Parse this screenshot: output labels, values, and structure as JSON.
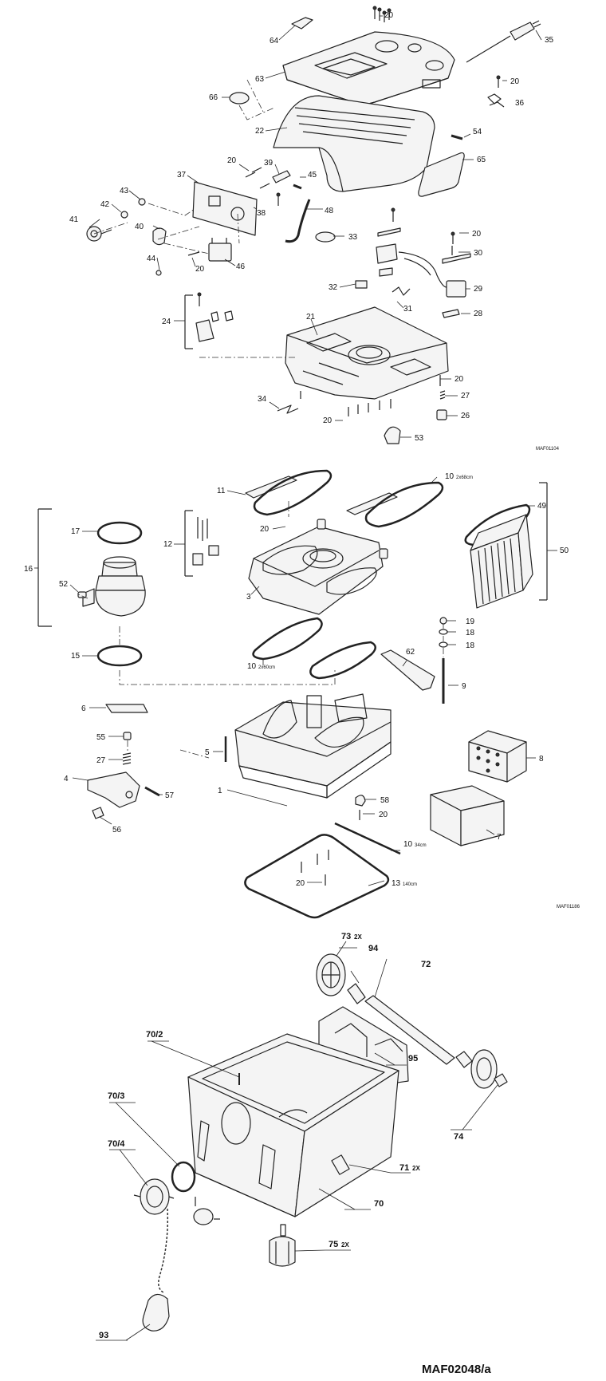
{
  "drawing_codes": {
    "section1": "MAF01104",
    "section2": "MAF01186",
    "section3": "MAF02048/a"
  },
  "section1_labels": [
    {
      "id": "20a",
      "text": "20"
    },
    {
      "id": "64",
      "text": "64"
    },
    {
      "id": "35",
      "text": "35"
    },
    {
      "id": "63",
      "text": "63"
    },
    {
      "id": "20b",
      "text": "20"
    },
    {
      "id": "36",
      "text": "36"
    },
    {
      "id": "66",
      "text": "66"
    },
    {
      "id": "22",
      "text": "22"
    },
    {
      "id": "54",
      "text": "54"
    },
    {
      "id": "65",
      "text": "65"
    },
    {
      "id": "20c",
      "text": "20"
    },
    {
      "id": "39",
      "text": "39"
    },
    {
      "id": "37",
      "text": "37"
    },
    {
      "id": "45",
      "text": "45"
    },
    {
      "id": "43",
      "text": "43"
    },
    {
      "id": "42",
      "text": "42"
    },
    {
      "id": "38",
      "text": "38"
    },
    {
      "id": "48",
      "text": "48"
    },
    {
      "id": "41",
      "text": "41"
    },
    {
      "id": "40",
      "text": "40"
    },
    {
      "id": "33",
      "text": "33"
    },
    {
      "id": "20d",
      "text": "20"
    },
    {
      "id": "44",
      "text": "44"
    },
    {
      "id": "20e",
      "text": "20"
    },
    {
      "id": "46",
      "text": "46"
    },
    {
      "id": "30",
      "text": "30"
    },
    {
      "id": "32",
      "text": "32"
    },
    {
      "id": "29",
      "text": "29"
    },
    {
      "id": "24",
      "text": "24"
    },
    {
      "id": "31",
      "text": "31"
    },
    {
      "id": "21",
      "text": "21"
    },
    {
      "id": "28",
      "text": "28"
    },
    {
      "id": "20f",
      "text": "20"
    },
    {
      "id": "34",
      "text": "34"
    },
    {
      "id": "27",
      "text": "27"
    },
    {
      "id": "20g",
      "text": "20"
    },
    {
      "id": "26",
      "text": "26"
    },
    {
      "id": "53",
      "text": "53"
    }
  ],
  "section2_labels": [
    {
      "id": "11",
      "text": "11"
    },
    {
      "id": "10a",
      "text": "10",
      "sub": "2x68cm"
    },
    {
      "id": "49",
      "text": "49"
    },
    {
      "id": "17",
      "text": "17"
    },
    {
      "id": "12",
      "text": "12"
    },
    {
      "id": "20h",
      "text": "20"
    },
    {
      "id": "50",
      "text": "50"
    },
    {
      "id": "16",
      "text": "16"
    },
    {
      "id": "52",
      "text": "52"
    },
    {
      "id": "3",
      "text": "3"
    },
    {
      "id": "19",
      "text": "19"
    },
    {
      "id": "18a",
      "text": "18"
    },
    {
      "id": "15",
      "text": "15"
    },
    {
      "id": "10b",
      "text": "10",
      "sub": "2x60cm"
    },
    {
      "id": "18b",
      "text": "18"
    },
    {
      "id": "62",
      "text": "62"
    },
    {
      "id": "9",
      "text": "9"
    },
    {
      "id": "6",
      "text": "6"
    },
    {
      "id": "55",
      "text": "55"
    },
    {
      "id": "5",
      "text": "5"
    },
    {
      "id": "27b",
      "text": "27"
    },
    {
      "id": "8",
      "text": "8"
    },
    {
      "id": "4",
      "text": "4"
    },
    {
      "id": "57",
      "text": "57"
    },
    {
      "id": "1",
      "text": "1"
    },
    {
      "id": "58",
      "text": "58"
    },
    {
      "id": "56",
      "text": "56"
    },
    {
      "id": "20i",
      "text": "20"
    },
    {
      "id": "7",
      "text": "7"
    },
    {
      "id": "10c",
      "text": "10",
      "sub": "34cm"
    },
    {
      "id": "20j",
      "text": "20"
    },
    {
      "id": "13",
      "text": "13",
      "sub": "140cm"
    }
  ],
  "section3_labels": [
    {
      "id": "73",
      "text": "73",
      "sub": "2X"
    },
    {
      "id": "94",
      "text": "94"
    },
    {
      "id": "72",
      "text": "72"
    },
    {
      "id": "70_2",
      "text": "70/2"
    },
    {
      "id": "95",
      "text": "95"
    },
    {
      "id": "70_3",
      "text": "70/3"
    },
    {
      "id": "74",
      "text": "74"
    },
    {
      "id": "70_4",
      "text": "70/4"
    },
    {
      "id": "71",
      "text": "71",
      "sub": "2X"
    },
    {
      "id": "70",
      "text": "70"
    },
    {
      "id": "75",
      "text": "75",
      "sub": "2X"
    },
    {
      "id": "93",
      "text": "93"
    }
  ]
}
